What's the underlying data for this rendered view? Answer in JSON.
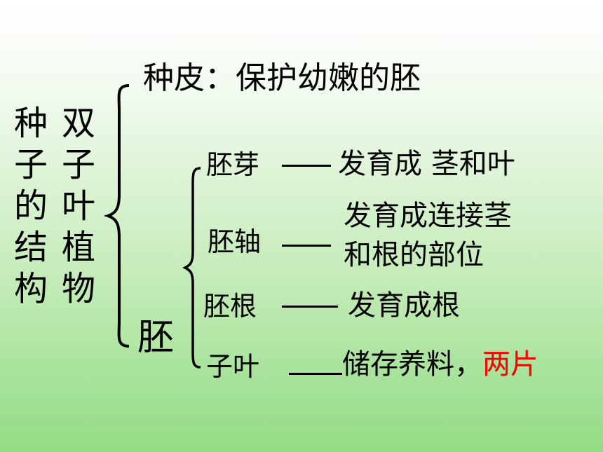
{
  "vertical_title": {
    "col1": "种子的结构",
    "col2": "双子叶植物"
  },
  "seed_coat": {
    "text": "种皮：保护幼嫩的胚"
  },
  "embryo": {
    "label": "胚",
    "parts": [
      {
        "name": "胚芽",
        "desc": "发育成 茎和叶"
      },
      {
        "name": "胚轴",
        "desc_line1": "发育成连接茎",
        "desc_line2": "和根的部位"
      },
      {
        "name": "胚根",
        "desc": "发育成根"
      },
      {
        "name": "子叶",
        "desc": "储存养料，",
        "highlight": "两片"
      }
    ]
  },
  "colors": {
    "highlight": "#ff0000",
    "text": "#000000",
    "bg_top": "#ffffff",
    "bg_bottom": "#92dc84"
  }
}
